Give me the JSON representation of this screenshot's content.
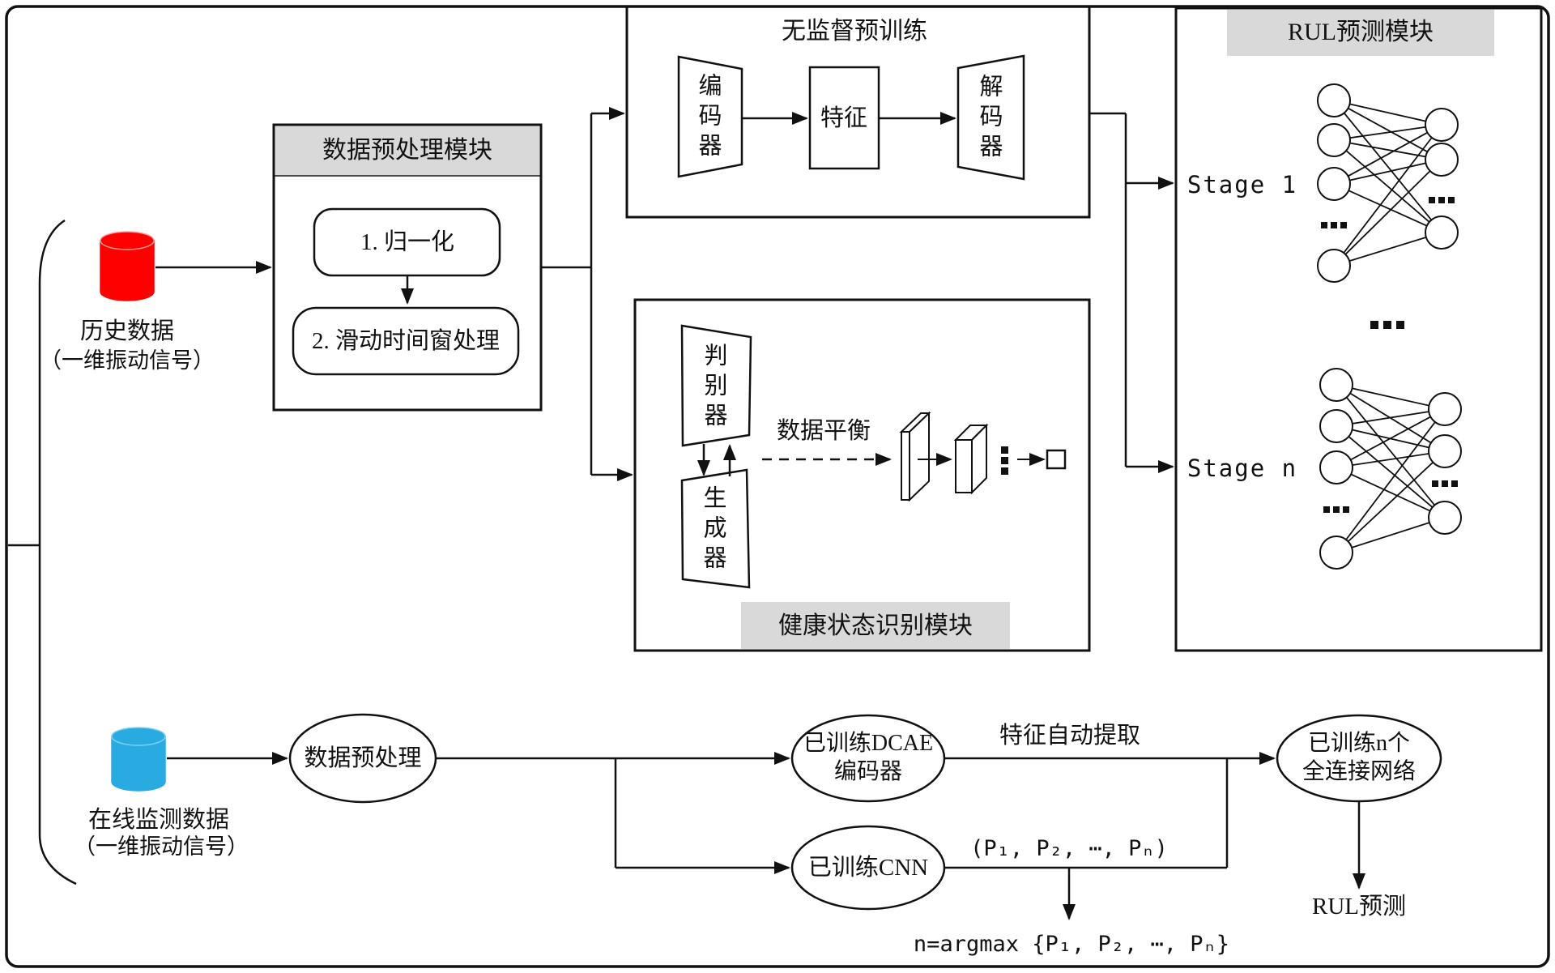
{
  "diagram": {
    "historical_db": {
      "label_line1": "历史数据",
      "label_line2": "（一维振动信号）",
      "color": "#FF0000"
    },
    "preprocess_module": {
      "title": "数据预处理模块",
      "step1": "1. 归一化",
      "step2": "2. 滑动时间窗处理",
      "header_color": "#d9d9d9"
    },
    "pretrain_module": {
      "title": "无监督预训练",
      "encoder": "编码器",
      "feature": "特征",
      "decoder": "解码器"
    },
    "health_module": {
      "title": "健康状态识别模块",
      "discriminator": "判别器",
      "generator": "生成器",
      "balance_label": "数据平衡"
    },
    "rul_module": {
      "title": "RUL预测模块",
      "stage1_label": "Stage 1",
      "stage_n_label": "Stage n",
      "header_color": "#d9d9d9"
    },
    "online_db": {
      "label_line1": "在线监测数据",
      "label_line2": "（一维振动信号）",
      "color": "#29ABE2"
    },
    "online_flow": {
      "preprocess": "数据预处理",
      "dcae_line1": "已训练DCAE",
      "dcae_line2": "编码器",
      "feature_extract_label": "特征自动提取",
      "cnn": "已训练CNN",
      "prob_vector_label": "(P₁, P₂, ⋯, Pₙ)",
      "argmax_label": "n=argmax {P₁, P₂, ⋯, Pₙ}",
      "fc_line1": "已训练n个",
      "fc_line2": "全连接网络",
      "rul_output_label": "RUL预测"
    }
  }
}
